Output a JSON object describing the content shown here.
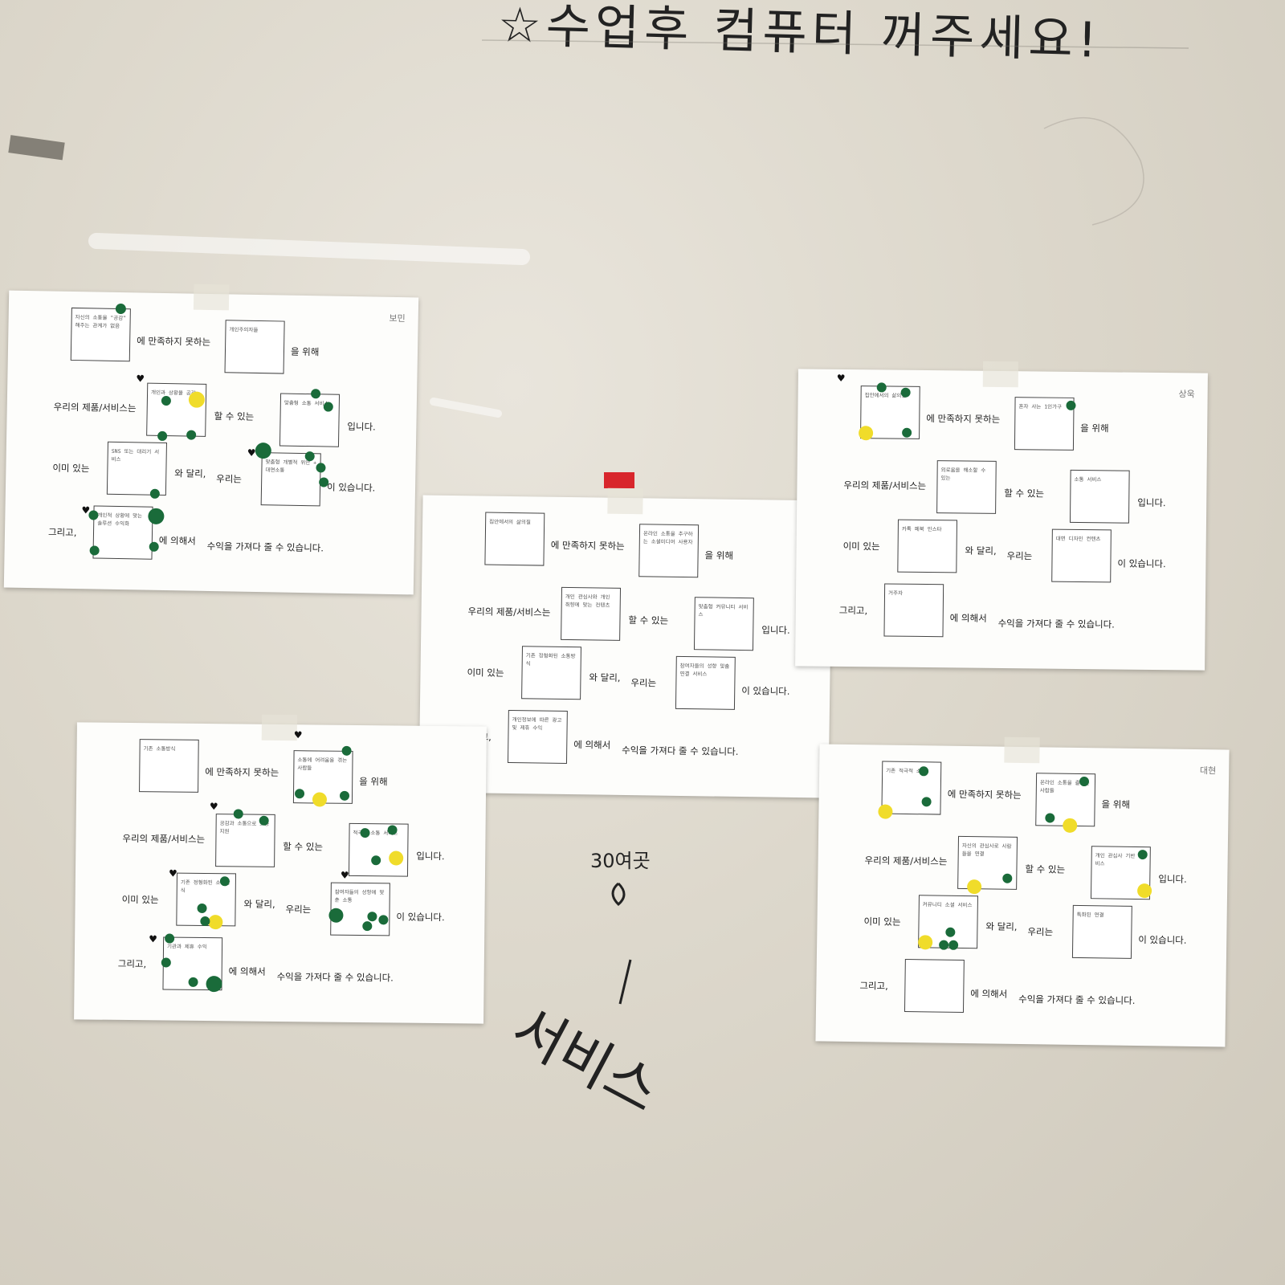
{
  "board": {
    "header_note": "☆수업후 컴퓨터 꺼주세요!",
    "note_number": "30여곳",
    "note_word": "서비스"
  },
  "template": {
    "dissatisfied_suffix": "에 만족하지 못하는",
    "for_suffix": "을 위해",
    "our_product": "우리의 제품/서비스는",
    "can_do": "할 수 있는",
    "is_suffix": "입니다.",
    "existing": "이미 있는",
    "unlike": "와 달리,",
    "we": "우리는",
    "have_suffix": "이 있습니다.",
    "and": "그리고,",
    "by": "에 의해서",
    "profit": "수익을 가져다 줄 수 있습니다."
  },
  "colors": {
    "green_sticker": "#1a6b3a",
    "yellow_sticker": "#f0dc2a",
    "paper": "#fdfdfb",
    "board": "#ddd8cc"
  },
  "sheets": [
    {
      "id": "sheet-1",
      "name_tag": "보민",
      "boxes": {
        "problem": "자신의 소통을 \"공감\" 해주는 관계가 없음",
        "customer": "개인주의자들",
        "solution": "개인과 상황을 공감",
        "category": "맞춤형 소통 서비스",
        "competitor": "SNS 또는 대리기 서비스",
        "advantage": "맞춤형 개별적 위안 + 대면소통",
        "revenue": "개인적 상황에 맞는 솔루션 수익화"
      }
    },
    {
      "id": "sheet-2",
      "name_tag": "",
      "boxes": {
        "problem": "집안에서의 삶의질",
        "customer": "온라인 소통을 추구하는 소셜미디어 사용자",
        "solution": "개인 관심사와 개인 취향에 맞는 컨텐츠",
        "category": "맞춤형 커뮤니티 서비스",
        "competitor": "기존 정형화된 소통방식",
        "advantage": "참여자들의 성향 맞춤 연결 서비스",
        "revenue": "개인정보에 따른 광고 및 제휴 수익"
      }
    },
    {
      "id": "sheet-3",
      "name_tag": "상욱",
      "boxes": {
        "problem": "집안에서의 삶의질",
        "customer": "혼자 사는 1인가구",
        "solution": "외로움을 해소할 수 있는",
        "category": "소통 서비스",
        "competitor": "카톡 페북 인스타",
        "advantage": "대면 디자인 컨텐츠",
        "revenue": "거주자"
      }
    },
    {
      "id": "sheet-4",
      "name_tag": "",
      "boxes": {
        "problem": "기존 소통방식",
        "customer": "소통에 어려움을 겪는 사람들",
        "solution": "공감과 소통으로 소통 지원",
        "category": "적극적 소통 서비스",
        "competitor": "기존 정형화된 소통방식",
        "advantage": "참여자들의 성향에 맞춘 소통",
        "revenue": "기관과 제휴 수익"
      }
    },
    {
      "id": "sheet-5",
      "name_tag": "대현",
      "boxes": {
        "problem": "기존 적극적 소통",
        "customer": "온라인 소통을 즐기는 사람들",
        "solution": "자신의 관심사로 사람들을 연결",
        "category": "개인 관심사 기반 서비스",
        "competitor": "커뮤니티 소셜 서비스",
        "advantage": "특화된 연결",
        "revenue": ""
      }
    }
  ]
}
